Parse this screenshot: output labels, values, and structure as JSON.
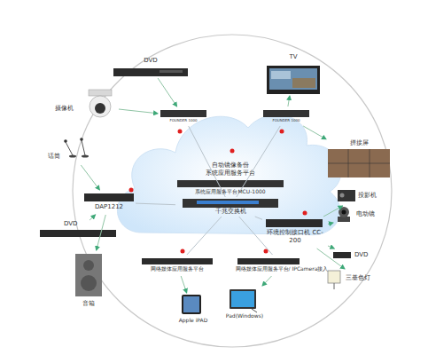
{
  "diagram": {
    "nodes": [
      {
        "text": [
          "DVD"
        ]
      },
      {
        "text": [
          "TV"
        ]
      },
      {
        "text": [
          "摄像机"
        ]
      },
      {
        "text": [
          "FOUNDER 1000"
        ]
      },
      {
        "text": [
          "FOUNDER 1000"
        ]
      },
      {
        "text": [
          "话筒"
        ]
      },
      {
        "text": [
          "拼接屏"
        ]
      },
      {
        "text": [
          "自动镜像备份 系统应用服务平台"
        ]
      },
      {
        "text": [
          "系统应用服务平台MCU-1000"
        ],
        "in": 7
      },
      {
        "text": [
          "千兆交换机"
        ],
        "in": 7
      },
      {
        "text": [
          "DAP1212"
        ]
      },
      {
        "text": [
          "投影机"
        ]
      },
      {
        "text": [
          "DVD"
        ]
      },
      {
        "text": [
          "环境控制接口机 CC-200"
        ]
      },
      {
        "text": [
          "电动镜"
        ]
      },
      {
        "text": [
          "DVD"
        ]
      },
      {
        "text": [
          "音箱"
        ]
      },
      {
        "text": [
          "三基色灯"
        ]
      },
      {
        "text": [
          "网络媒体应用服务平台"
        ]
      },
      {
        "text": [
          "网络媒体应用服务平台/ IPCamera接入"
        ]
      },
      {
        "text": [
          "Apple iPAD"
        ]
      },
      {
        "text": [
          "Pad(Windows)"
        ]
      }
    ],
    "edges": [
      {
        "from": 0,
        "to": 3,
        "arrow": "to"
      },
      {
        "from": 2,
        "to": 3,
        "arrow": "to"
      },
      {
        "from": 4,
        "to": 1,
        "arrow": "to"
      },
      {
        "from": 4,
        "to": 6,
        "arrow": "to"
      },
      {
        "from": 5,
        "to": 10,
        "arrow": "to"
      },
      {
        "from": 12,
        "to": 10,
        "arrow": "to"
      },
      {
        "from": 10,
        "to": 16,
        "arrow": "to"
      },
      {
        "from": 13,
        "to": 11,
        "arrow": "to"
      },
      {
        "from": 13,
        "to": 14,
        "arrow": "to"
      },
      {
        "from": 13,
        "to": 15,
        "arrow": "to"
      },
      {
        "from": 13,
        "to": 17,
        "arrow": "to"
      },
      {
        "from": 3,
        "to": 9,
        "arrow": "none"
      },
      {
        "from": 4,
        "to": 9,
        "arrow": "none"
      },
      {
        "from": 10,
        "to": 9,
        "arrow": "none"
      },
      {
        "from": 13,
        "to": 9,
        "arrow": "none"
      },
      {
        "from": 18,
        "to": 9,
        "arrow": "none"
      },
      {
        "from": 19,
        "to": 9,
        "arrow": "none"
      },
      {
        "from": 18,
        "to": 20,
        "arrow": "to"
      },
      {
        "from": 19,
        "to": 21,
        "arrow": "to"
      }
    ]
  }
}
